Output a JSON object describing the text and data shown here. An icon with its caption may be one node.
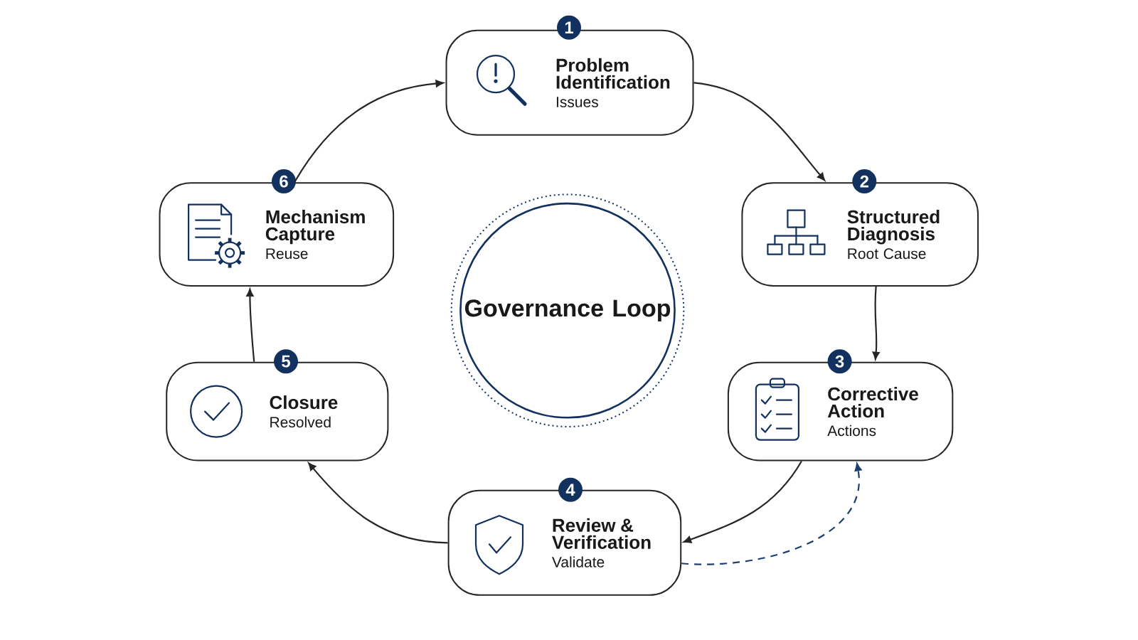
{
  "diagram": {
    "nodes": [
      {
        "text": [
          "Problem Identification",
          "Issues"
        ],
        "beside": [
          "1"
        ]
      },
      {
        "text": [
          "Structured Diagnosis",
          "Root Cause"
        ],
        "beside": [
          "2"
        ]
      },
      {
        "text": [
          "Corrective Action",
          "Actions"
        ],
        "beside": [
          "3"
        ]
      },
      {
        "text": [
          "Review & Verification",
          "Validate"
        ],
        "beside": [
          "4"
        ]
      },
      {
        "text": [
          "Closure",
          "Resolved"
        ],
        "beside": [
          "5"
        ]
      },
      {
        "text": [
          "Mechanism Capture",
          "Reuse"
        ],
        "beside": [
          "6"
        ]
      },
      {
        "text": [
          "Governance Loop"
        ]
      }
    ],
    "edges": [
      {
        "from": 0,
        "to": 1,
        "arrow": "to"
      },
      {
        "from": 1,
        "to": 2,
        "arrow": "to"
      },
      {
        "from": 2,
        "to": 3,
        "arrow": "to"
      },
      {
        "from": 3,
        "to": 4,
        "arrow": "to"
      },
      {
        "from": 4,
        "to": 5,
        "arrow": "to"
      },
      {
        "from": 5,
        "to": 0,
        "arrow": "to"
      },
      {
        "from": 3,
        "to": 2,
        "arrow": "to",
        "style": "dashed",
        "color": "#1d3f70"
      }
    ]
  }
}
